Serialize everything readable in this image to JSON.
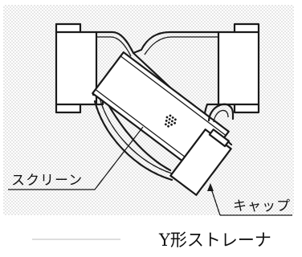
{
  "diagram": {
    "labels": {
      "screen": "スクリーン",
      "cap": "キャップ",
      "caption": "Y形ストレーナ"
    },
    "colors": {
      "ink": "#1a1a1a",
      "background": "#ffffff",
      "stipple": "#8a8a8a"
    }
  }
}
